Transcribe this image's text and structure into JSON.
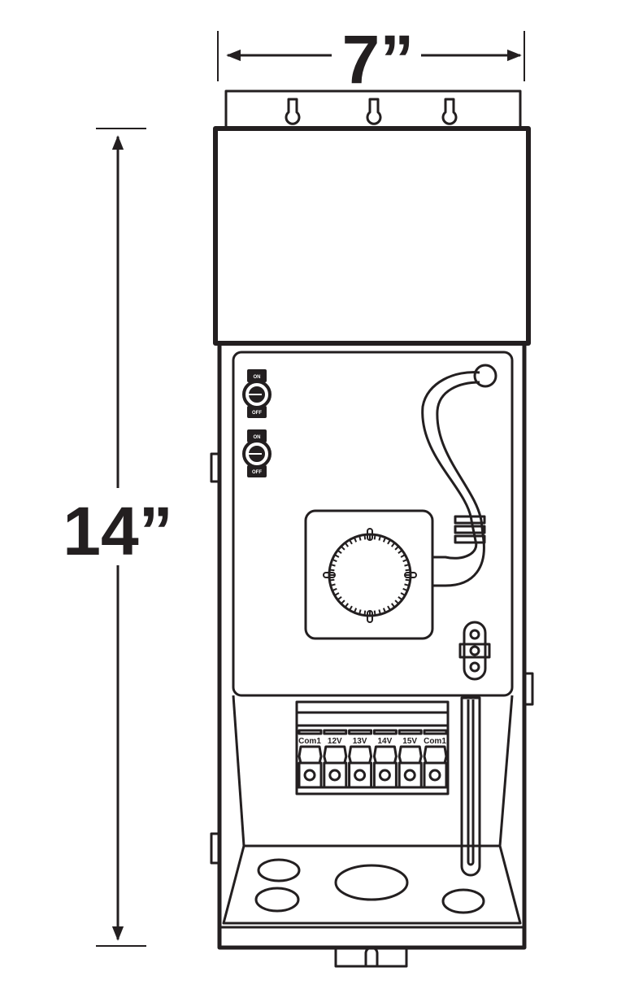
{
  "dimensions": {
    "width_label": "7”",
    "height_label": "14”"
  },
  "switches": [
    {
      "on_label": "ON",
      "off_label": "OFF"
    },
    {
      "on_label": "ON",
      "off_label": "OFF"
    }
  ],
  "terminals": [
    "Com1",
    "12V",
    "13V",
    "14V",
    "15V",
    "Com1"
  ],
  "colors": {
    "stroke": "#231f20",
    "background": "#ffffff"
  }
}
